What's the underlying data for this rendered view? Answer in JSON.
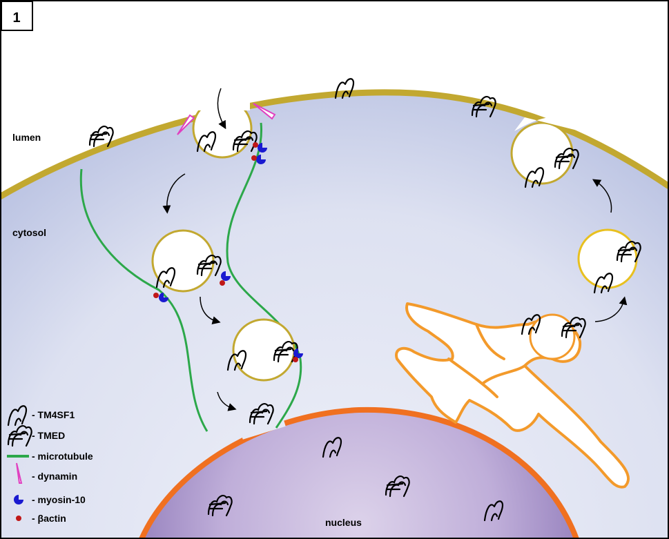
{
  "panel_number": "1",
  "regions": {
    "lumen": "lumen",
    "cytosol": "cytosol",
    "nucleus": "nucleus"
  },
  "legend": [
    {
      "key": "tm4sf1",
      "label": "- TM4SF1",
      "icon": "tm4sf1-icon"
    },
    {
      "key": "tmed",
      "label": "- TMED",
      "icon": "tmed-icon"
    },
    {
      "key": "microtubule",
      "label": "- microtubule",
      "icon": "microtubule-icon"
    },
    {
      "key": "dynamin",
      "label": "- dynamin",
      "icon": "dynamin-icon"
    },
    {
      "key": "myosin10",
      "label": "- myosin-10",
      "icon": "myosin-icon"
    },
    {
      "key": "bactin",
      "label": "- βactin",
      "icon": "actin-icon"
    }
  ],
  "colors": {
    "membrane": "#c2a830",
    "cytosol_outer": "#b6bfe0",
    "cytosol_inner": "#e9ebf6",
    "nucleus_outer": "#9a83bf",
    "nucleus_inner": "#d4c8e4",
    "nuclear_envelope": "#f07020",
    "er": "#f39a2b",
    "microtubule": "#2ca84a",
    "dynamin": "#e040c0",
    "myosin": "#1a1ad0",
    "actin": "#c01818",
    "vesicle_fill": "#ffffff"
  }
}
